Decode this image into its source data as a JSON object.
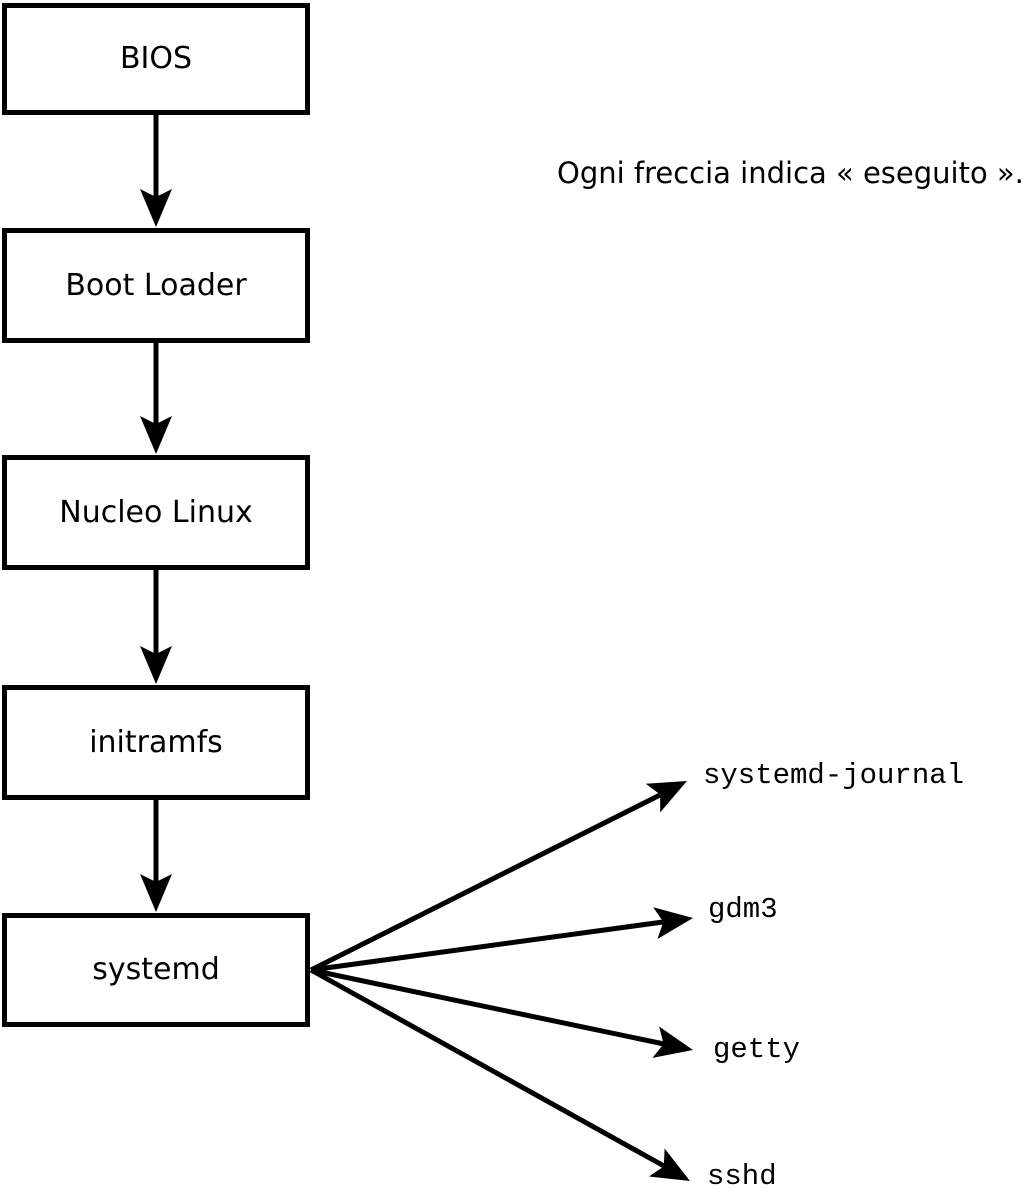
{
  "diagram": {
    "caption": "Ogni freccia indica « eseguito ».",
    "boxes": [
      {
        "id": "bios",
        "label": "BIOS"
      },
      {
        "id": "boot-loader",
        "label": "Boot Loader"
      },
      {
        "id": "nucleo",
        "label": "Nucleo Linux"
      },
      {
        "id": "initramfs",
        "label": "initramfs"
      },
      {
        "id": "systemd",
        "label": "systemd"
      }
    ],
    "flow_arrows": [
      {
        "from": "BIOS",
        "to": "Boot Loader"
      },
      {
        "from": "Boot Loader",
        "to": "Nucleo Linux"
      },
      {
        "from": "Nucleo Linux",
        "to": "initramfs"
      },
      {
        "from": "initramfs",
        "to": "systemd"
      }
    ],
    "services": [
      {
        "id": "systemd-journal",
        "label": "systemd-journal"
      },
      {
        "id": "gdm3",
        "label": "gdm3"
      },
      {
        "id": "getty",
        "label": "getty"
      },
      {
        "id": "sshd",
        "label": "sshd"
      }
    ],
    "colors": {
      "line": "#000000",
      "box_fill": "#ffffff",
      "background": "#ffffff",
      "text": "#000000"
    }
  }
}
